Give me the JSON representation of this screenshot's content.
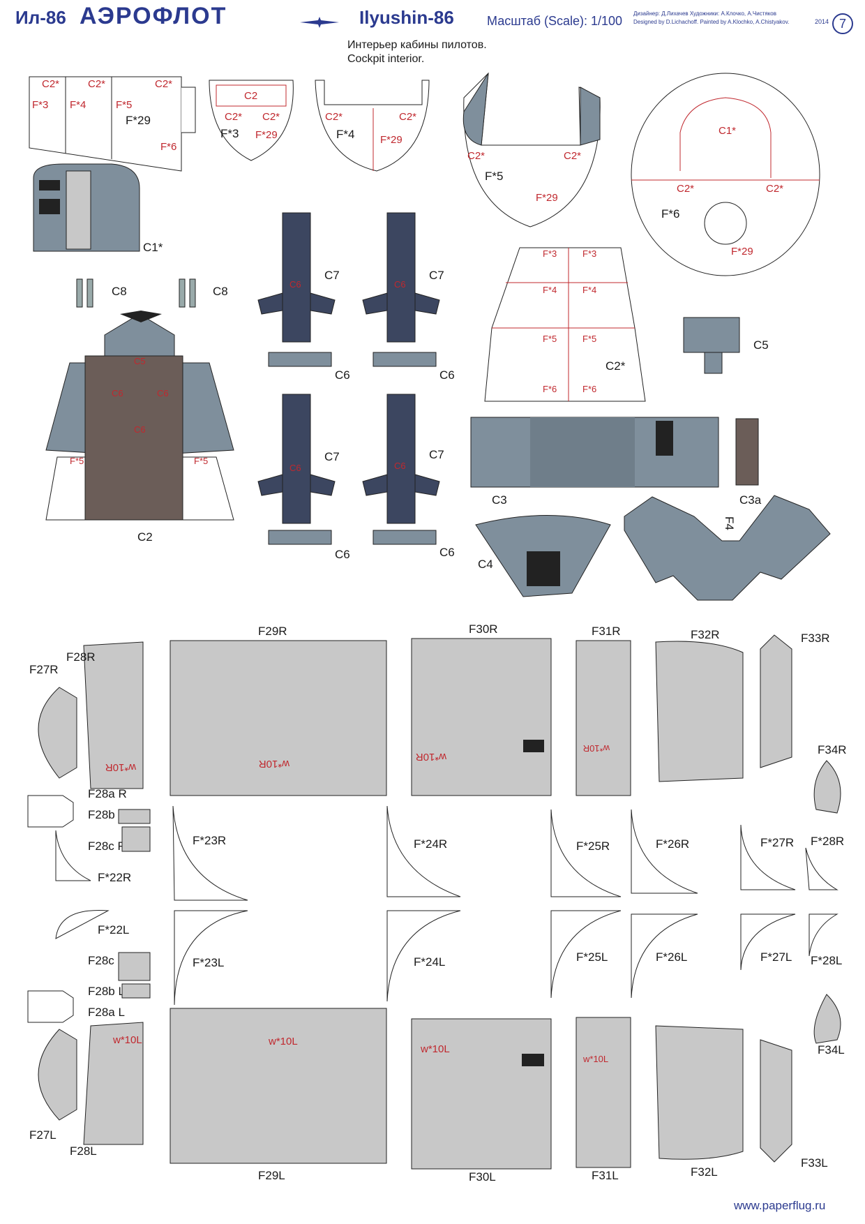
{
  "header": {
    "model_ru": "Ил-86",
    "airline": "АЭРОФЛОТ",
    "model_en": "Ilyushin-86",
    "scale": "Масштаб (Scale): 1/100",
    "credits_ru": "Дизайнер: Д.Лихачев  Художники: А.Клочко, А.Чистяков",
    "credits_en": "Designed by D.Lichachoff. Painted by A.Klochko, A.Chistyakov.",
    "year": "2014",
    "page": "7"
  },
  "subtitle": {
    "ru": "Интерьер кабины пилотов.",
    "en": "Cockpit interior."
  },
  "footer": {
    "site": "www.paperflug.ru"
  },
  "colors": {
    "blue_grey": "#7f8f9c",
    "dark_blue": "#3c4660",
    "brown": "#6b5d58",
    "light_grey": "#c8c8c8",
    "red": "#c0282e",
    "brand": "#2b3a8f"
  },
  "labels": {
    "C1": "C1*",
    "C2": "C2",
    "C2s": "C2*",
    "C3": "C3",
    "C3a": "C3a",
    "C4": "C4",
    "C5": "C5",
    "C6": "C6",
    "C7": "C7",
    "C8": "C8",
    "F4": "F4",
    "F3": "F*3",
    "F4s": "F*4",
    "F5": "F*5",
    "F6": "F*6",
    "F29": "F*29",
    "F5p": "F*5",
    "F3p": "F*3",
    "F4p": "F*4",
    "F6p": "F*6",
    "F27R": "F27R",
    "F28R": "F28R",
    "F29R": "F29R",
    "F30R": "F30R",
    "F31R": "F31R",
    "F32R": "F32R",
    "F33R": "F33R",
    "F34R": "F34R",
    "F27L": "F27L",
    "F28L": "F28L",
    "F29L": "F29L",
    "F30L": "F30L",
    "F31L": "F31L",
    "F32L": "F32L",
    "F33L": "F33L",
    "F34L": "F34L",
    "F28aR": "F28a R",
    "F28bR": "F28b R",
    "F28cR": "F28c R",
    "F28aL": "F28a L",
    "F28bL": "F28b L",
    "F28cL": "F28c L",
    "F22R": "F*22R",
    "F23R": "F*23R",
    "F24R": "F*24R",
    "F25R": "F*25R",
    "F26R": "F*26R",
    "F27Rs": "F*27R",
    "F28Rs": "F*28R",
    "F22L": "F*22L",
    "F23L": "F*23L",
    "F24L": "F*24L",
    "F25L": "F*25L",
    "F26L": "F*26L",
    "F27Ls": "F*27L",
    "F28Ls": "F*28L",
    "w10R": "w*10R",
    "w10L": "w*10L"
  }
}
